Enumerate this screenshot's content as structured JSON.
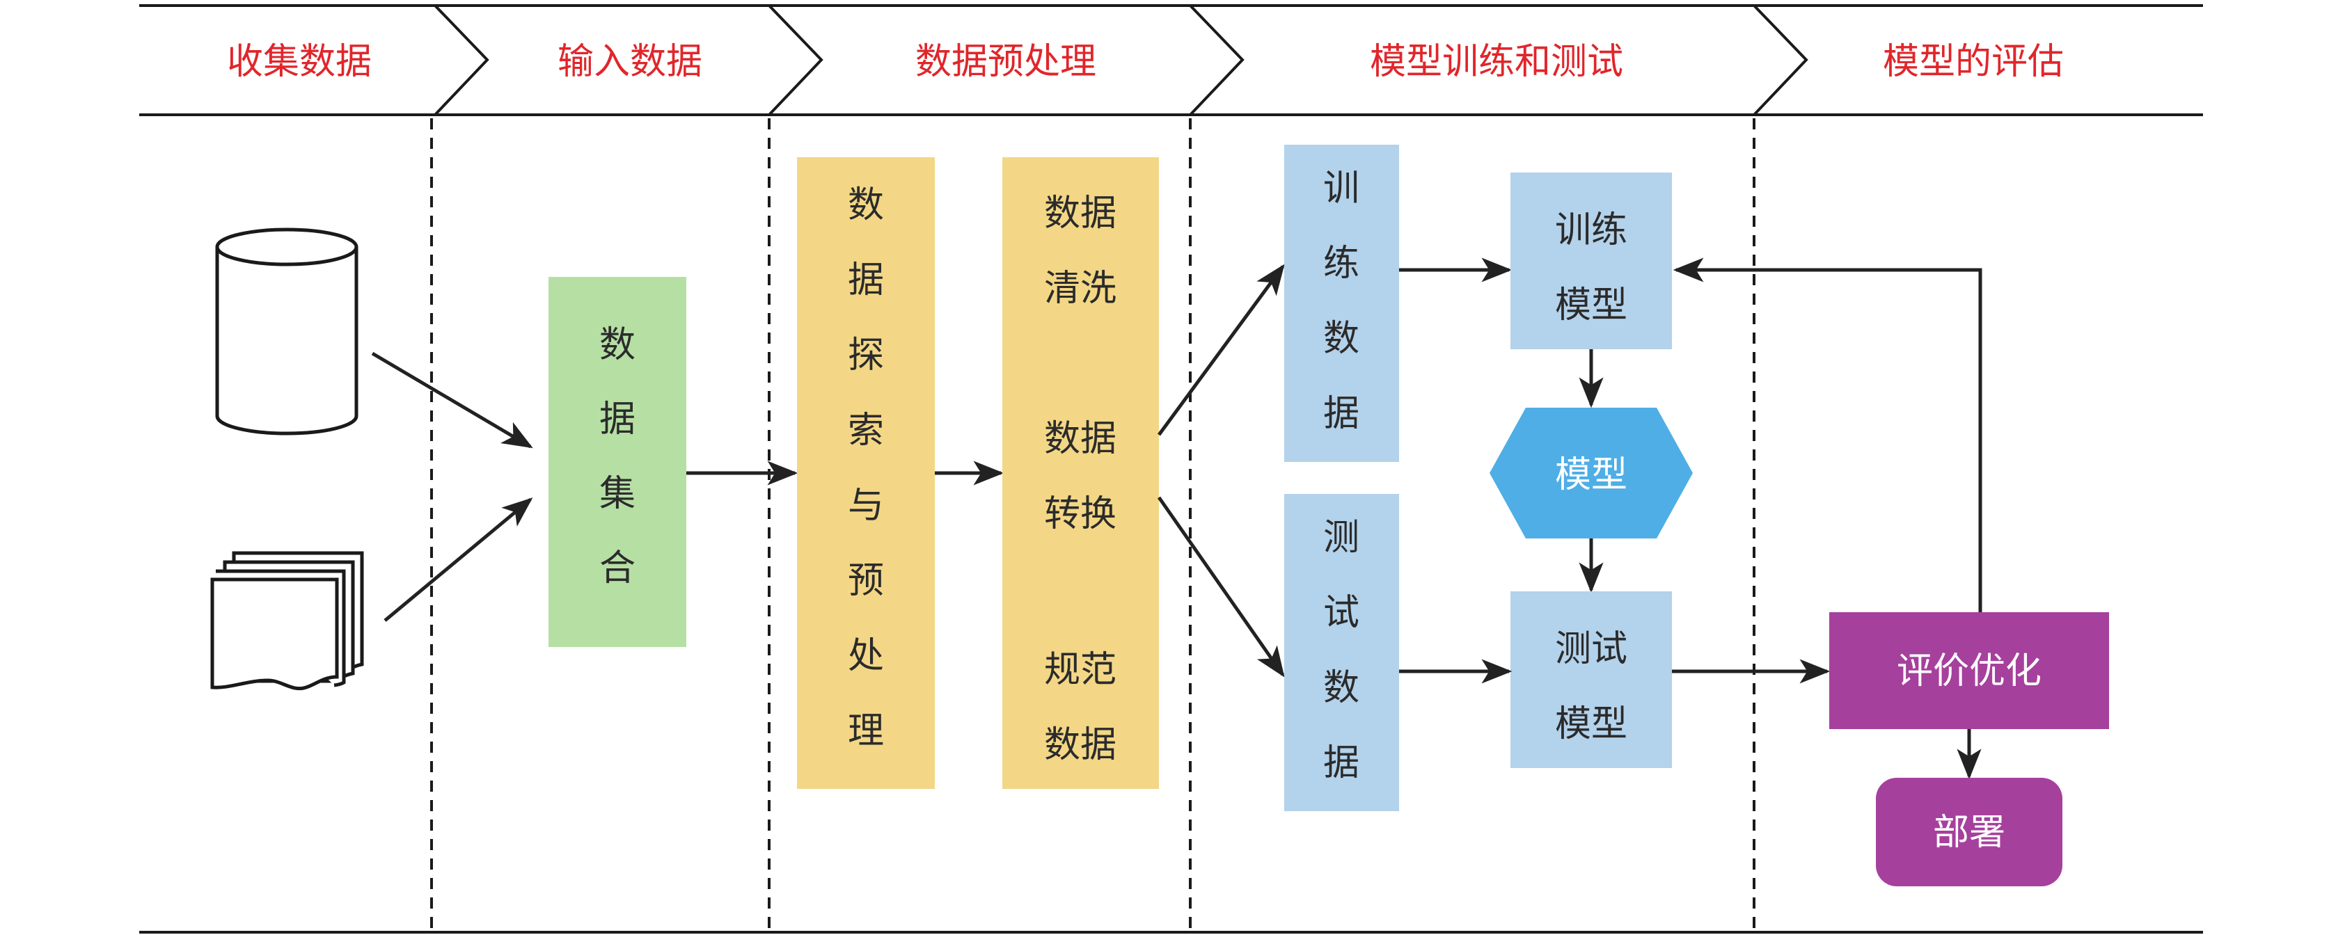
{
  "phases": [
    {
      "label": "收集数据"
    },
    {
      "label": "输入数据"
    },
    {
      "label": "数据预处理"
    },
    {
      "label": "模型训练和测试"
    },
    {
      "label": "模型的评估"
    }
  ],
  "input_icons": [
    "database-icon",
    "documents-icon"
  ],
  "dataset_box": {
    "chars": [
      "数",
      "据",
      "集",
      "合"
    ],
    "color": "#b6dfa4"
  },
  "explore_box": {
    "chars": [
      "数",
      "据",
      "探",
      "索",
      "与",
      "预",
      "处",
      "理"
    ],
    "color": "#f3d786"
  },
  "transform_box": {
    "groups": [
      {
        "line1": "数据",
        "line2": "清洗"
      },
      {
        "line1": "数据",
        "line2": "转换"
      },
      {
        "line1": "规范",
        "line2": "数据"
      }
    ],
    "color": "#f3d786"
  },
  "train_data": {
    "chars": [
      "训",
      "练",
      "数",
      "据"
    ],
    "color": "#b3d2eb"
  },
  "test_data": {
    "chars": [
      "测",
      "试",
      "数",
      "据"
    ],
    "color": "#b3d2eb"
  },
  "train_model": {
    "line1": "训练",
    "line2": "模型",
    "color": "#b3d2eb"
  },
  "model": {
    "label": "模型",
    "color": "#4faee5"
  },
  "test_model": {
    "line1": "测试",
    "line2": "模型",
    "color": "#b3d2eb"
  },
  "evaluate": {
    "label": "评价优化",
    "color": "#a6409d"
  },
  "deploy": {
    "label": "部署",
    "color": "#a6409d"
  }
}
